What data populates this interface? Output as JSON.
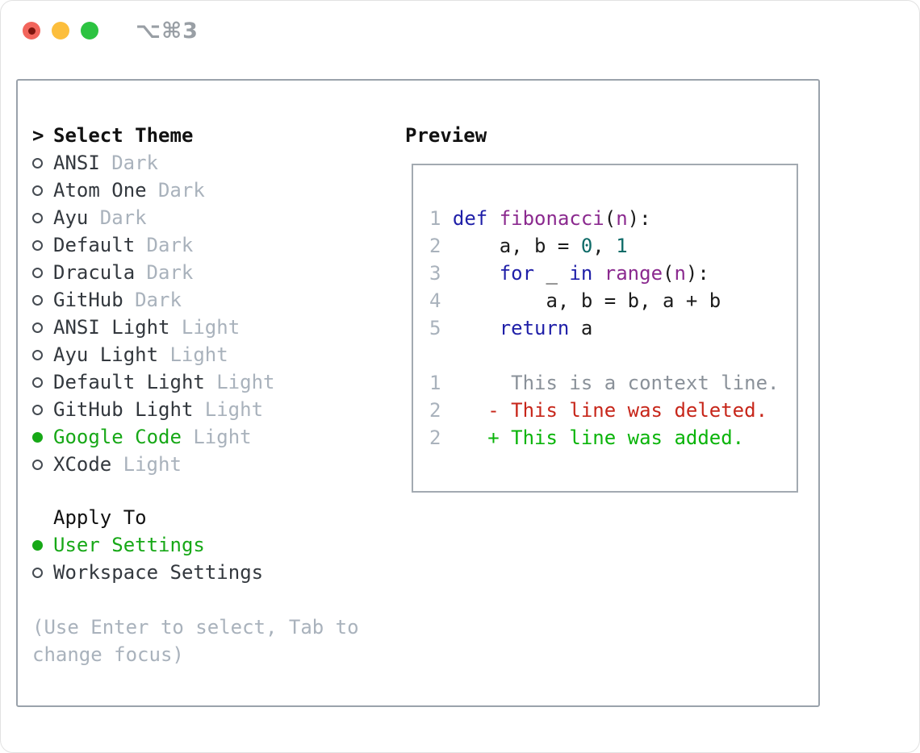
{
  "window": {
    "title": "⌥⌘3",
    "traffic_lights": [
      "close",
      "minimize",
      "zoom"
    ]
  },
  "colors": {
    "selection_green": "#17a817",
    "diff_added_green": "#0ab40a",
    "diff_deleted_red": "#c7261a",
    "context_gray": "#8a9199",
    "muted_gray": "#a9b2bc",
    "keyword_blue": "#1f1fa8",
    "function_purple": "#8b2a8f",
    "number_teal": "#0e6b68",
    "panel_border": "#9aa2ab"
  },
  "theme_panel": {
    "cursor": ">",
    "header": "Select Theme",
    "items": [
      {
        "name": "ANSI",
        "variant": "Dark",
        "selected": false
      },
      {
        "name": "Atom One",
        "variant": "Dark",
        "selected": false
      },
      {
        "name": "Ayu",
        "variant": "Dark",
        "selected": false
      },
      {
        "name": "Default",
        "variant": "Dark",
        "selected": false
      },
      {
        "name": "Dracula",
        "variant": "Dark",
        "selected": false
      },
      {
        "name": "GitHub",
        "variant": "Dark",
        "selected": false
      },
      {
        "name": "ANSI Light",
        "variant": "Light",
        "selected": false
      },
      {
        "name": "Ayu Light",
        "variant": "Light",
        "selected": false
      },
      {
        "name": "Default Light",
        "variant": "Light",
        "selected": false
      },
      {
        "name": "GitHub Light",
        "variant": "Light",
        "selected": false
      },
      {
        "name": "Google Code",
        "variant": "Light",
        "selected": true
      },
      {
        "name": "XCode",
        "variant": "Light",
        "selected": false
      }
    ]
  },
  "apply_panel": {
    "header": "Apply To",
    "items": [
      {
        "name": "User Settings",
        "selected": true
      },
      {
        "name": "Workspace Settings",
        "selected": false
      }
    ]
  },
  "hint": "(Use Enter to select, Tab to change focus)",
  "preview": {
    "header": "Preview",
    "code_lines": [
      {
        "num": "1",
        "segments": [
          {
            "t": "def",
            "c": "kw"
          },
          {
            "t": " ",
            "c": "pl"
          },
          {
            "t": "fibonacci",
            "c": "fn"
          },
          {
            "t": "(",
            "c": "pl"
          },
          {
            "t": "n",
            "c": "fn"
          },
          {
            "t": "):",
            "c": "pl"
          }
        ]
      },
      {
        "num": "2",
        "segments": [
          {
            "t": "    a, b = ",
            "c": "pl"
          },
          {
            "t": "0",
            "c": "num"
          },
          {
            "t": ", ",
            "c": "pl"
          },
          {
            "t": "1",
            "c": "num"
          }
        ]
      },
      {
        "num": "3",
        "segments": [
          {
            "t": "    ",
            "c": "pl"
          },
          {
            "t": "for",
            "c": "kw"
          },
          {
            "t": " _ ",
            "c": "pl"
          },
          {
            "t": "in",
            "c": "kw"
          },
          {
            "t": " ",
            "c": "pl"
          },
          {
            "t": "range",
            "c": "fn"
          },
          {
            "t": "(",
            "c": "pl"
          },
          {
            "t": "n",
            "c": "fn"
          },
          {
            "t": "):",
            "c": "pl"
          }
        ]
      },
      {
        "num": "4",
        "segments": [
          {
            "t": "        a, b = b, a + b",
            "c": "pl"
          }
        ]
      },
      {
        "num": "5",
        "segments": [
          {
            "t": "    ",
            "c": "pl"
          },
          {
            "t": "return",
            "c": "kw"
          },
          {
            "t": " a",
            "c": "pl"
          }
        ]
      }
    ],
    "diff_lines": [
      {
        "num": "1",
        "segments": [
          {
            "t": "     This is a context line.",
            "c": "ctx"
          }
        ]
      },
      {
        "num": "2",
        "segments": [
          {
            "t": "   ",
            "c": "pl"
          },
          {
            "t": "- This line was deleted.",
            "c": "del"
          }
        ]
      },
      {
        "num": "2",
        "segments": [
          {
            "t": "   ",
            "c": "pl"
          },
          {
            "t": "+ This line was added.",
            "c": "add"
          }
        ]
      }
    ]
  }
}
